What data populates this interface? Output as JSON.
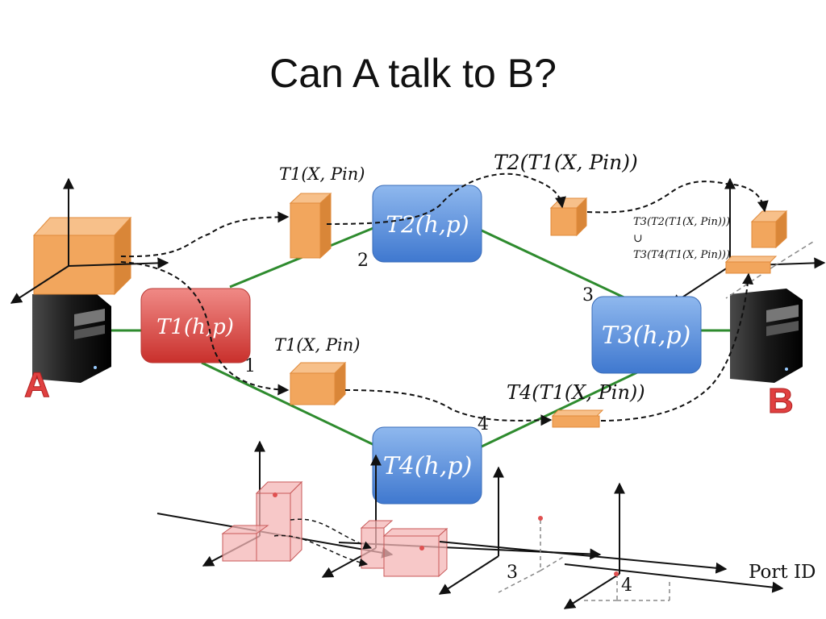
{
  "title": "Can A talk to B?",
  "hosts": {
    "a_label": "A",
    "b_label": "B"
  },
  "switches": [
    {
      "id": "t1",
      "label": "T1(h,p)",
      "color": "#d9534f"
    },
    {
      "id": "t2",
      "label": "T2(h,p)",
      "color": "#4a86d8"
    },
    {
      "id": "t3",
      "label": "T3(h,p)",
      "color": "#4a86d8"
    },
    {
      "id": "t4",
      "label": "T4(h,p)",
      "color": "#4a86d8"
    }
  ],
  "ports": {
    "p1": "1",
    "p2": "2",
    "p3": "3",
    "p4": "4",
    "bottom3": "3",
    "bottom4": "4"
  },
  "expressions": {
    "t1_upper": "T1(X, Pin)",
    "t1_lower": "T1(X, Pin)",
    "t2_t1": "T2(T1(X, Pin))",
    "t4_t1": "T4(T1(X, Pin))",
    "t3_union_1": "T3(T2(T1(X, Pin)))",
    "union": "∪",
    "t3_union_2": "T3(T4(T1(X, Pin)))"
  },
  "axis_label": "Port ID",
  "colors": {
    "link": "#2e8b2e",
    "header_space_box": "#f0a35a",
    "red_box": "#f4b6b6"
  }
}
